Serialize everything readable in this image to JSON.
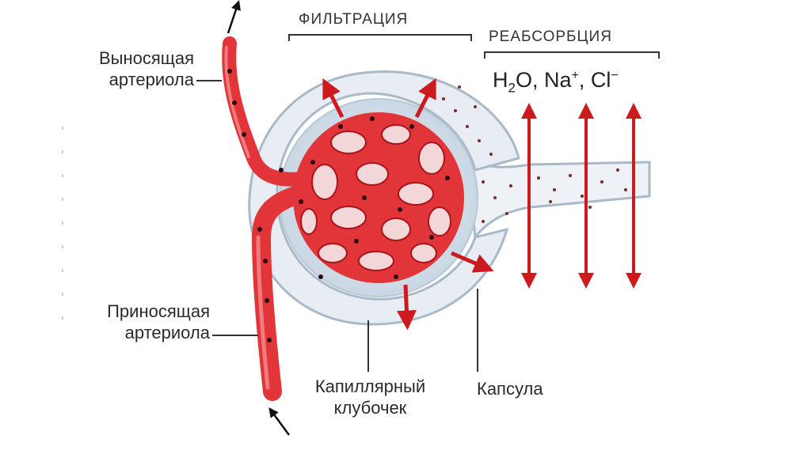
{
  "labels": {
    "efferent_line1": "Выносящая",
    "efferent_line2": "артериола",
    "afferent_line1": "Приносящая",
    "afferent_line2": "артериола",
    "glomerulus_line1": "Капиллярный",
    "glomerulus_line2": "клубочек",
    "capsule": "Капсула"
  },
  "headers": {
    "filtration": "ФИЛЬТРАЦИЯ",
    "reabsorption": "РЕАБСОРБЦИЯ"
  },
  "ions": {
    "water_h": "H",
    "water_sub": "2",
    "water_o": "O",
    "sep1": ", ",
    "sodium": "Na",
    "sodium_charge": "+",
    "sep2": ", ",
    "chloride": "Cl",
    "chloride_charge": "−"
  },
  "colors": {
    "vessel": "#e2353a",
    "vessel_dark": "#a8141c",
    "capsule_fill": "#dfe7ef",
    "capsule_edge": "#a9b9c8",
    "capsule_inner": "#c6d6e4",
    "arrow_red": "#cc1a1f",
    "text": "#2a2a2a"
  }
}
